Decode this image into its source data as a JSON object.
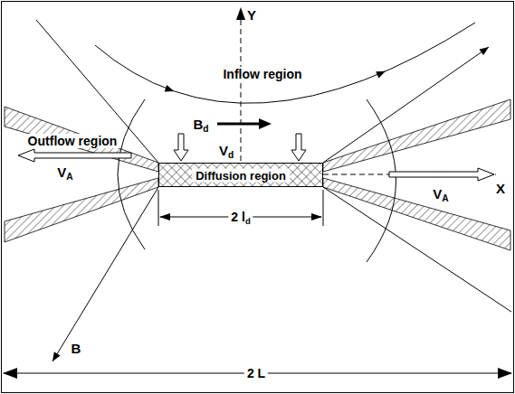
{
  "diagram": {
    "nodes": [
      {
        "text": [
          "Diffusion region"
        ]
      }
    ],
    "labels": [
      "Y",
      "Inflow region",
      "Bd",
      "Vd",
      "Outflow region",
      "VA",
      "X",
      "VA",
      "2 ld",
      "B",
      "2 L"
    ]
  }
}
